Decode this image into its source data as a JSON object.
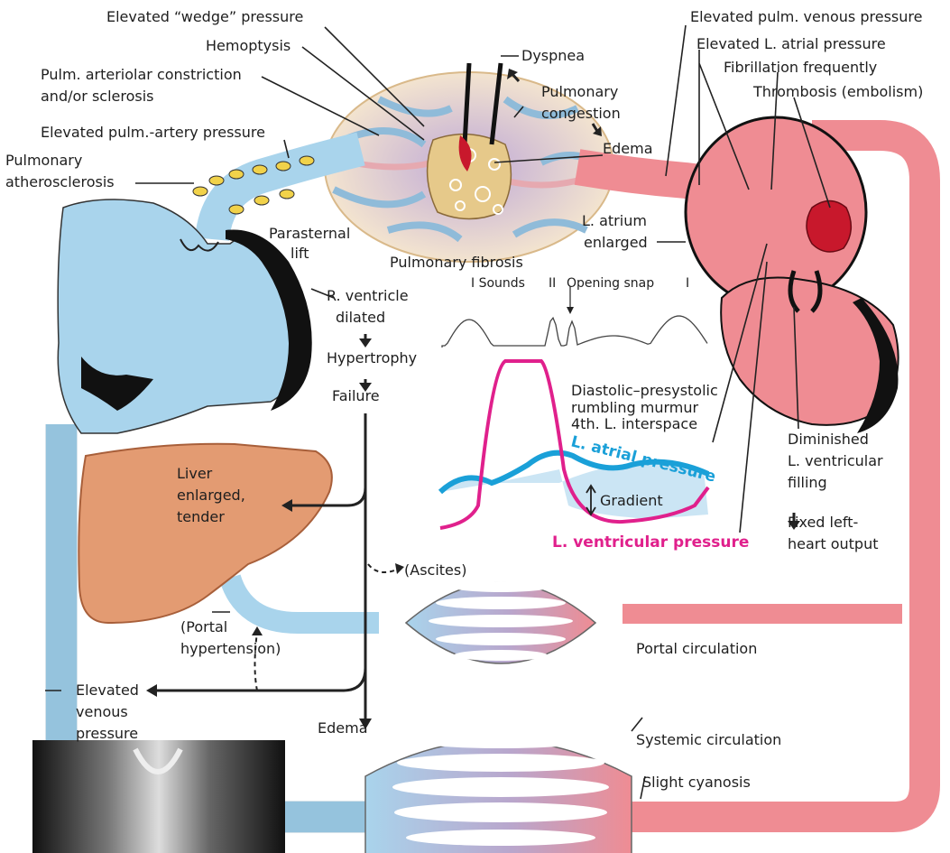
{
  "colors": {
    "venous_blue": "#a9d4ec",
    "arterial_pink": "#ef8c93",
    "myocardium_black": "#111111",
    "liver": "#e39b72",
    "lung_tan": "#e6c98a",
    "atrial_curve": "#1aa0d8",
    "ventricular_curve": "#e0208c",
    "thrombus": "#c8182c"
  },
  "labels": {
    "wedge": "Elevated “wedge” pressure",
    "hemoptysis": "Hemoptysis",
    "arteriolar_1": "Pulm. arteriolar constriction",
    "arteriolar_2": "and/or sclerosis",
    "pa_pressure": "Elevated pulm.-artery pressure",
    "athero_1": "Pulmonary",
    "athero_2": "atherosclerosis",
    "dyspnea": "Dyspnea",
    "congestion_1": "Pulmonary",
    "congestion_2": "congestion",
    "edema_lung": "Edema",
    "pv_pressure": "Elevated pulm. venous pressure",
    "la_pressure": "Elevated L. atrial pressure",
    "fibrillation": "Fibrillation frequently",
    "thrombosis": "Thrombosis (embolism)",
    "parasternal_1": "Parasternal",
    "parasternal_2": "lift",
    "fibrosis": "Pulmonary fibrosis",
    "la_enlarged_1": "L. atrium",
    "la_enlarged_2": "enlarged",
    "rv_1": "R. ventricle",
    "rv_2": "dilated",
    "hypertrophy": "Hypertrophy",
    "failure": "Failure",
    "sounds": "I  Sounds",
    "sound_II": "II",
    "opening_snap": "Opening snap",
    "sound_I": "I",
    "murmur_1": "Diastolic–presystolic",
    "murmur_2": "rumbling murmur",
    "murmur_3": "4th. L. interspace",
    "atrial_curve": "L. atrial pressure",
    "gradient": "Gradient",
    "ventricular_curve": "L. ventricular pressure",
    "lv_filling_1": "Diminished",
    "lv_filling_2": "L. ventricular",
    "lv_filling_3": "filling",
    "output_1": "Fixed left-",
    "output_2": "heart output",
    "liver_1": "Liver",
    "liver_2": "enlarged,",
    "liver_3": "tender",
    "ascites": "(Ascites)",
    "portal_ht_1": "(Portal",
    "portal_ht_2": "hypertension)",
    "portal_circ": "Portal circulation",
    "venous_1": "Elevated",
    "venous_2": "venous",
    "venous_3": "pressure",
    "edema_body": "Edema",
    "systemic_circ": "Systemic circulation",
    "cyanosis": "Slight cyanosis"
  }
}
